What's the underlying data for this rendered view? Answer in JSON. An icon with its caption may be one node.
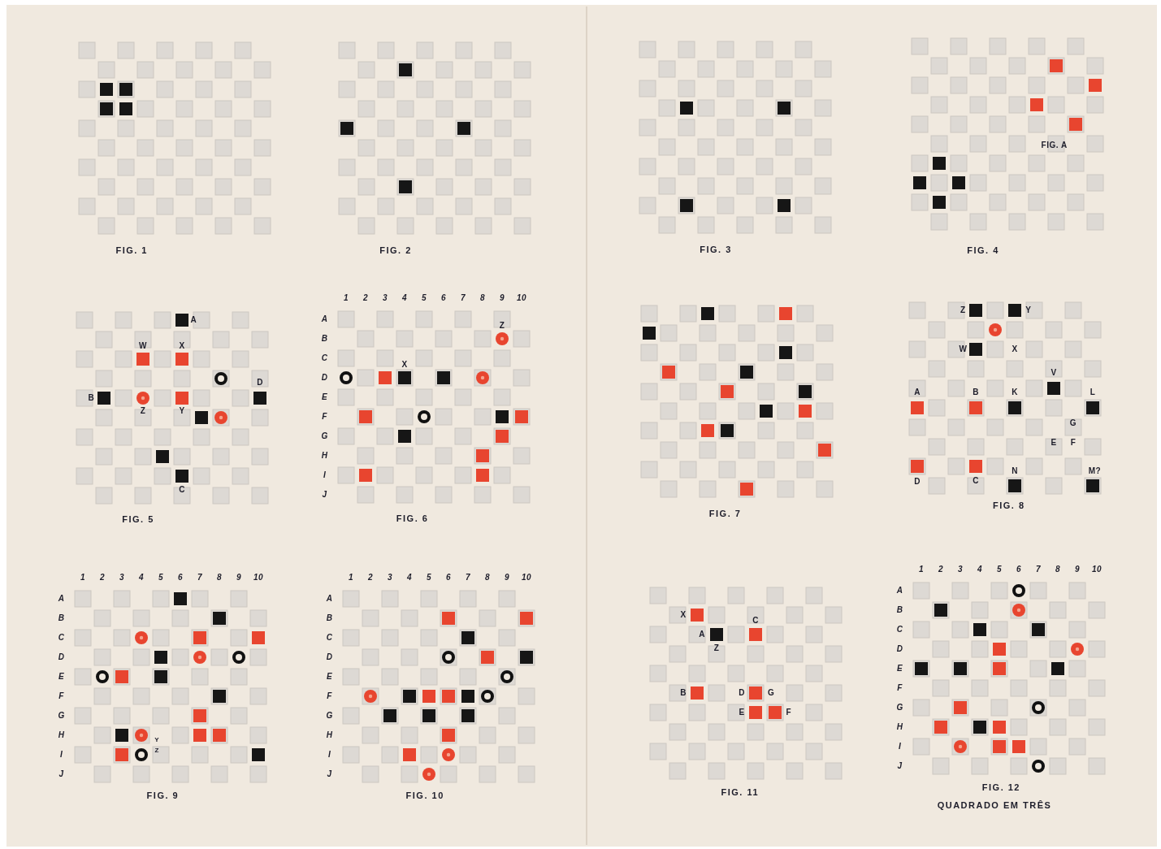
{
  "diagram": {
    "labels": [
      "FIG. 1",
      "FIG. 2",
      "FIG. 3",
      "FIG. A",
      "FIG. 4",
      "A",
      "W",
      "X",
      "B",
      "D",
      "Z",
      "Y",
      "C",
      "FIG. 5",
      "1",
      "2",
      "3",
      "4",
      "5",
      "6",
      "7",
      "8",
      "9",
      "10",
      "A",
      "B",
      "C",
      "D",
      "E",
      "F",
      "G",
      "H",
      "I",
      "J",
      "Z",
      "X",
      "FIG. 6",
      "FIG. 7",
      "Z",
      "Y",
      "W",
      "X",
      "V",
      "A",
      "B",
      "K",
      "L",
      "G",
      "E",
      "F",
      "N",
      "M?",
      "D",
      "C",
      "FIG. 8",
      "1",
      "2",
      "3",
      "4",
      "5",
      "6",
      "7",
      "8",
      "9",
      "10",
      "A",
      "B",
      "C",
      "D",
      "E",
      "F",
      "G",
      "H",
      "I",
      "J",
      "Y",
      "Z",
      "FIG. 9",
      "1",
      "2",
      "3",
      "4",
      "5",
      "6",
      "7",
      "8",
      "9",
      "10",
      "A",
      "B",
      "C",
      "D",
      "E",
      "F",
      "G",
      "H",
      "I",
      "J",
      "FIG. 10",
      "X",
      "C",
      "A",
      "Z",
      "B",
      "D",
      "G",
      "E",
      "F",
      "FIG. 11",
      "1",
      "2",
      "3",
      "4",
      "5",
      "6",
      "7",
      "8",
      "9",
      "10",
      "A",
      "B",
      "C",
      "D",
      "E",
      "F",
      "G",
      "H",
      "I",
      "J",
      "FIG. 12",
      "QUADRADO EM TRÊS"
    ]
  }
}
